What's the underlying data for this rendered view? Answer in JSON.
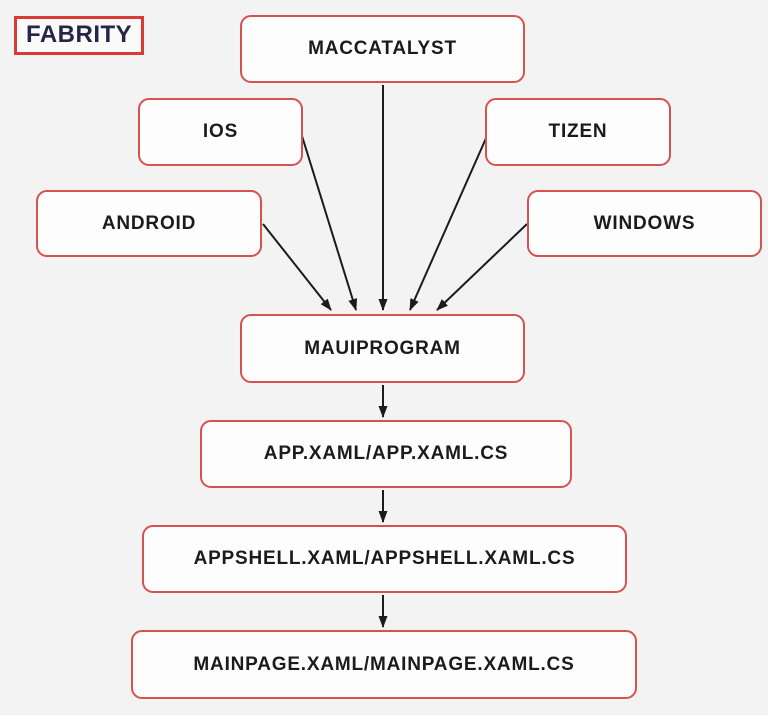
{
  "logo": {
    "text": "FABRITY"
  },
  "colors": {
    "background": "#f4f3f4",
    "box_fill": "#fdfdfd",
    "box_border": "#d5534f",
    "logo_border": "#d93a33",
    "logo_text": "#252544",
    "text": "#1b1b1b",
    "arrow": "#1b1b1b"
  },
  "diagram": {
    "type": "flowchart",
    "nodes": [
      {
        "id": "maccatalyst",
        "label": "MACCATALYST"
      },
      {
        "id": "ios",
        "label": "IOS"
      },
      {
        "id": "tizen",
        "label": "TIZEN"
      },
      {
        "id": "android",
        "label": "ANDROID"
      },
      {
        "id": "windows",
        "label": "WINDOWS"
      },
      {
        "id": "mauiprogram",
        "label": "MAUIPROGRAM"
      },
      {
        "id": "app-xaml",
        "label": "APP.XAML/APP.XAML.CS"
      },
      {
        "id": "appshell-xaml",
        "label": "APPSHELL.XAML/APPSHELL.XAML.CS"
      },
      {
        "id": "mainpage-xaml",
        "label": "MAINPAGE.XAML/MAINPAGE.XAML.CS"
      }
    ],
    "edges": [
      {
        "from": "maccatalyst",
        "to": "mauiprogram"
      },
      {
        "from": "ios",
        "to": "mauiprogram"
      },
      {
        "from": "tizen",
        "to": "mauiprogram"
      },
      {
        "from": "android",
        "to": "mauiprogram"
      },
      {
        "from": "windows",
        "to": "mauiprogram"
      },
      {
        "from": "mauiprogram",
        "to": "app-xaml"
      },
      {
        "from": "app-xaml",
        "to": "appshell-xaml"
      },
      {
        "from": "appshell-xaml",
        "to": "mainpage-xaml"
      }
    ]
  }
}
